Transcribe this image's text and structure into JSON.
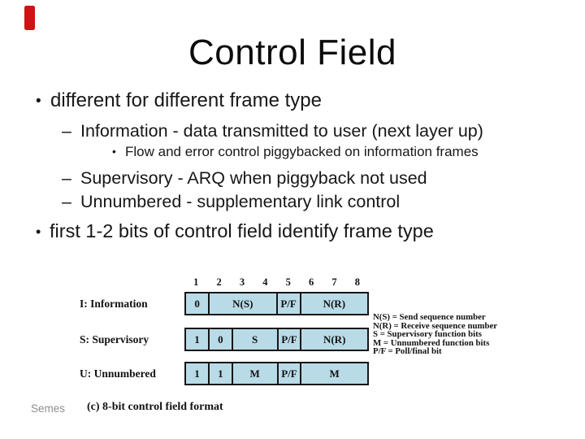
{
  "slide": {
    "title": "Control Field",
    "accent_color": "#d01212",
    "markers": {
      "l1": "•",
      "l2": "–",
      "l3": "•"
    },
    "bullets": {
      "b1": "different for different frame type",
      "sub1": "Information - data transmitted to user (next layer up)",
      "sub1a": "Flow and error control piggybacked on information frames",
      "sub2": "Supervisory - ARQ when piggyback not used",
      "sub3": "Unnumbered - supplementary link control",
      "b2": "first 1-2 bits of control field identify frame type"
    },
    "footer": "Semes"
  },
  "figure": {
    "cell_fill": "#b9dbe8",
    "bit_numbers": [
      "1",
      "2",
      "3",
      "4",
      "5",
      "6",
      "7",
      "8"
    ],
    "rows": [
      {
        "label": "I: Information",
        "cells": [
          {
            "text": "0",
            "bits": 1
          },
          {
            "text": "N(S)",
            "bits": 3
          },
          {
            "text": "P/F",
            "bits": 1
          },
          {
            "text": "N(R)",
            "bits": 3
          }
        ]
      },
      {
        "label": "S: Supervisory",
        "cells": [
          {
            "text": "1",
            "bits": 1
          },
          {
            "text": "0",
            "bits": 1
          },
          {
            "text": "S",
            "bits": 2
          },
          {
            "text": "P/F",
            "bits": 1
          },
          {
            "text": "N(R)",
            "bits": 3
          }
        ]
      },
      {
        "label": "U: Unnumbered",
        "cells": [
          {
            "text": "1",
            "bits": 1
          },
          {
            "text": "1",
            "bits": 1
          },
          {
            "text": "M",
            "bits": 2
          },
          {
            "text": "P/F",
            "bits": 1
          },
          {
            "text": "M",
            "bits": 3
          }
        ]
      }
    ],
    "legend": [
      "N(S) = Send sequence number",
      "N(R) = Receive sequence number",
      "S = Supervisory function bits",
      "M = Unnumbered function bits",
      "P/F = Poll/final bit"
    ],
    "caption": "(c) 8-bit control field format"
  }
}
